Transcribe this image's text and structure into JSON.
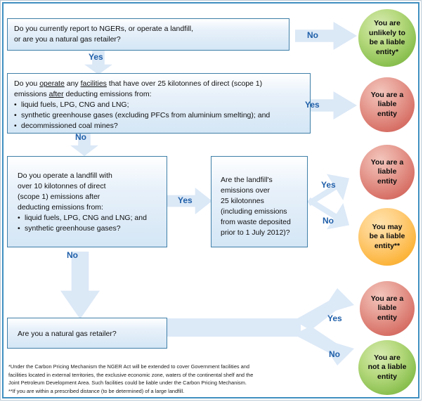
{
  "title": "NGERs liable entity decision flowchart",
  "colors": {
    "box_border": "#3f7fa8",
    "box_fill": "#d4e6f5",
    "arrow_fill": "#dbe8f6",
    "label_text": "#1f5fa9",
    "frame_blue": "#3f8fc0",
    "green": "#8cc152",
    "red": "#d9756b",
    "orange": "#fcb63f"
  },
  "boxes": {
    "q1": {
      "line1": "Do you currently report to NGERs, or operate a landfill,",
      "line2": "or are you a natural gas retailer?"
    },
    "q2": {
      "line1_a": "Do you ",
      "line1_u1": "operate",
      "line1_b": " any ",
      "line1_u2": "facilities",
      "line1_c": " that have over 25 kilotonnes of direct (scope 1)",
      "line2_a": "emissions ",
      "line2_u": "after",
      "line2_b": " deducting emissions from:",
      "bullets": [
        "liquid fuels, LPG, CNG and LNG;",
        "synthetic greenhouse gases (excluding PFCs from aluminium smelting); and",
        "decommissioned coal mines?"
      ]
    },
    "q3": {
      "lines": [
        "Do you operate a landfill with",
        "over 10 kilotonnes of direct",
        "(scope 1) emissions after",
        "deducting emissions from:"
      ],
      "bullets": [
        "liquid fuels, LPG, CNG and LNG; and",
        "synthetic greenhouse gases?"
      ]
    },
    "q4": {
      "lines": [
        "Are the landfill's",
        "emissions over",
        "25 kilotonnes",
        "(including emissions",
        "from waste deposited",
        "prior to 1 July 2012)?"
      ]
    },
    "q5": {
      "line1": "Are you a natural gas retailer?"
    }
  },
  "labels": {
    "q1_no": "No",
    "q1_yes": "Yes",
    "q2_yes": "Yes",
    "q2_no": "No",
    "q3_yes": "Yes",
    "q3_no": "No",
    "q4_yes": "Yes",
    "q4_no": "No",
    "q5_yes": "Yes",
    "q5_no": "No"
  },
  "outcomes": {
    "o1": {
      "text": "You are\nunlikely to\nbe a liable\nentity*",
      "color": "green"
    },
    "o2": {
      "text": "You are a\nliable\nentity",
      "color": "red"
    },
    "o3": {
      "text": "You are a\nliable\nentity",
      "color": "red"
    },
    "o4": {
      "text": "You may\nbe a liable\nentity**",
      "color": "orange"
    },
    "o5": {
      "text": "You are a\nliable\nentity",
      "color": "red"
    },
    "o6": {
      "text": "You are\nnot a liable\nentity",
      "color": "green"
    }
  },
  "footnote": {
    "line1": "*Under the Carbon Pricing Mechanism the NGER Act will be extended to cover Government facilities and",
    "line2": "facilities located in external territories, the exclusive economic zone, waters of the continental shelf and the",
    "line3": "Joint Petroleum Development Area.  Such facilities could be liable under the Carbon Pricing Mechanism.",
    "line4": "**If you are within a prescribed distance (to be determined) of a large landfill."
  }
}
